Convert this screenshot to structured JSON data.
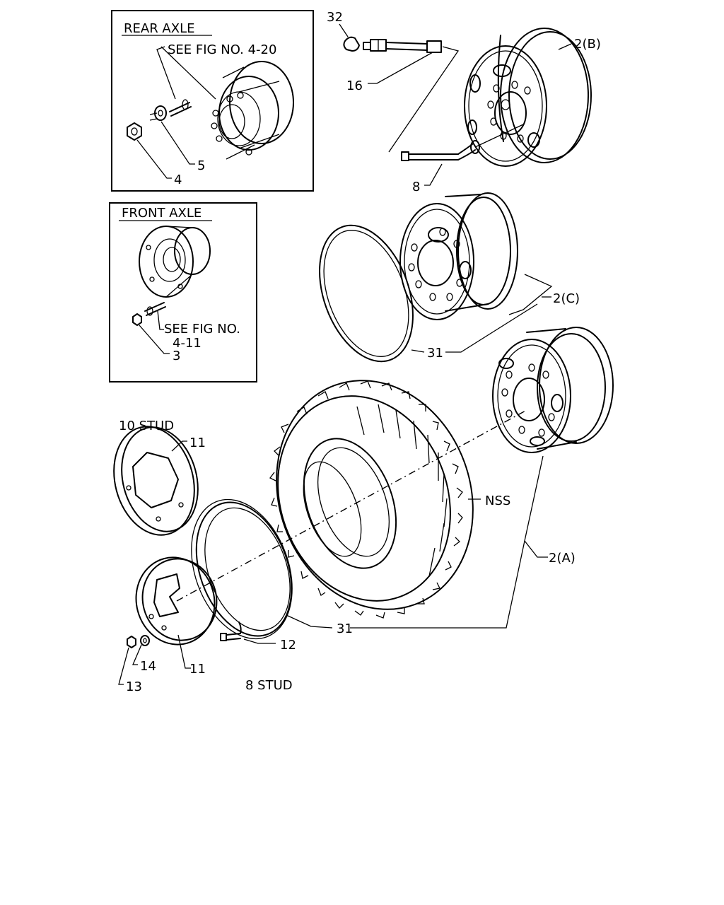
{
  "boxes": {
    "rear_axle": {
      "title": "REAR  AXLE",
      "see_fig": "SEE FIG NO. 4-20"
    },
    "front_axle": {
      "title": "FRONT  AXLE",
      "see_fig_line1": "SEE FIG NO.",
      "see_fig_line2": "4-11"
    }
  },
  "callouts": {
    "p32": "32",
    "p16": "16",
    "p8": "8",
    "p2b": "2(B)",
    "p2c": "2(C)",
    "p31_top": "31",
    "p2a": "2(A)",
    "nss": "NSS",
    "p31_bottom": "31",
    "p4": "4",
    "p5": "5",
    "p3": "3",
    "p11_top": "11",
    "p11_bottom": "11",
    "p12": "12",
    "p13": "13",
    "p14": "14"
  },
  "section_labels": {
    "ten_stud": "10 STUD",
    "eight_stud": "8 STUD"
  }
}
